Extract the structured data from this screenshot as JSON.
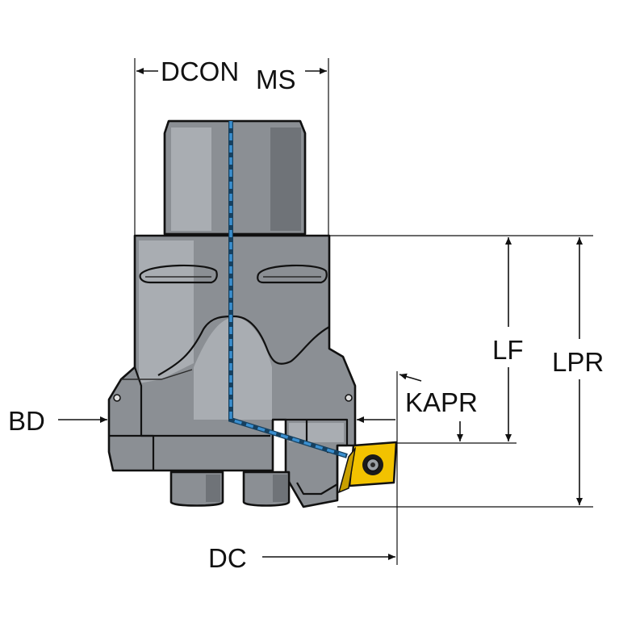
{
  "labels": {
    "dcon": "DCON",
    "dcon_sub": "MS",
    "lf": "LF",
    "lpr": "LPR",
    "kapr": "KAPR",
    "bd": "BD",
    "dc": "DC"
  },
  "colors": {
    "body": "#8b8f94",
    "body_light": "#a9adb2",
    "coolant": "#3a8fd0",
    "insert": "#f2c200",
    "line": "#111111"
  }
}
